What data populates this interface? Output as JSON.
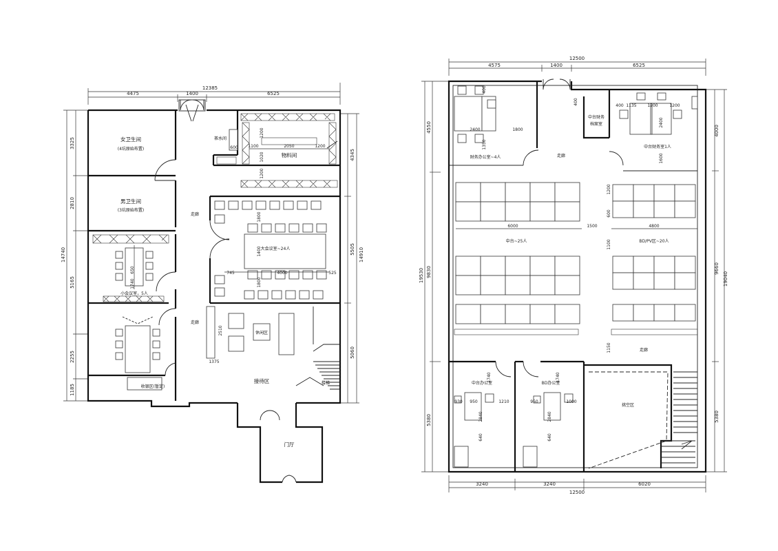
{
  "plan1": {
    "dims_top": {
      "total": "12385",
      "parts": [
        "4475",
        "1400",
        "6525"
      ]
    },
    "dims_left": {
      "total": "14740",
      "parts": [
        "3325",
        "2810",
        "5165",
        "2255",
        "1185"
      ]
    },
    "dims_right": {
      "total": "14910",
      "parts": [
        "4345",
        "5505",
        "5060"
      ]
    },
    "rooms": {
      "female_wc": "女卫生间",
      "female_wc_note": "(4坑原始布置)",
      "male_wc": "男卫生间",
      "male_wc_note": "(3坑原始布置)",
      "warehouse": "物料间",
      "conf_large": "大会议室~24人",
      "meeting_small": "小会议室，5人",
      "reception": "接待区",
      "lobby": "门厅",
      "corridor": "走廊",
      "water": "茶水间",
      "cashier": "收银区(暂定)",
      "lounge": "休闲区",
      "stair": "楼梯"
    },
    "inner_dims": [
      "1100",
      "2050",
      "1200",
      "1020",
      "1200",
      "1200",
      "600",
      "1400",
      "1800",
      "4000",
      "745",
      "525",
      "1800",
      "650",
      "1740",
      "2510",
      "1375"
    ]
  },
  "plan2": {
    "dims_top": {
      "total": "12500",
      "parts": [
        "4575",
        "1400",
        "6525"
      ]
    },
    "dims_bottom": {
      "total": "12500",
      "parts": [
        "3240",
        "3240",
        "6020"
      ]
    },
    "dims_left": {
      "total": "19530",
      "parts": [
        "4550",
        "9830",
        "5380"
      ]
    },
    "dims_right": {
      "total": "19040",
      "parts": [
        "4000",
        "9660",
        "5380"
      ]
    },
    "rooms": {
      "finance_room": "财务办公室~4人",
      "hr_room": "中台财务",
      "hr_room_sub": "档案室",
      "finance_office": "中台财务室1人",
      "open_left": "中台~25人",
      "open_right": "BD/PV区~20人",
      "office_a": "中台办公室",
      "office_b": "BD办公室",
      "corridor": "走廊",
      "void": "挑空区"
    },
    "inner_dims": [
      "400",
      "2400",
      "1800",
      "1350",
      "400",
      "1200",
      "1135",
      "400",
      "1200",
      "2400",
      "1600",
      "1200",
      "6000",
      "1500",
      "4800",
      "600",
      "1100",
      "1150",
      "1740",
      "1740",
      "930",
      "950",
      "1210",
      "950",
      "1000",
      "2840",
      "2840",
      "640",
      "640"
    ]
  }
}
